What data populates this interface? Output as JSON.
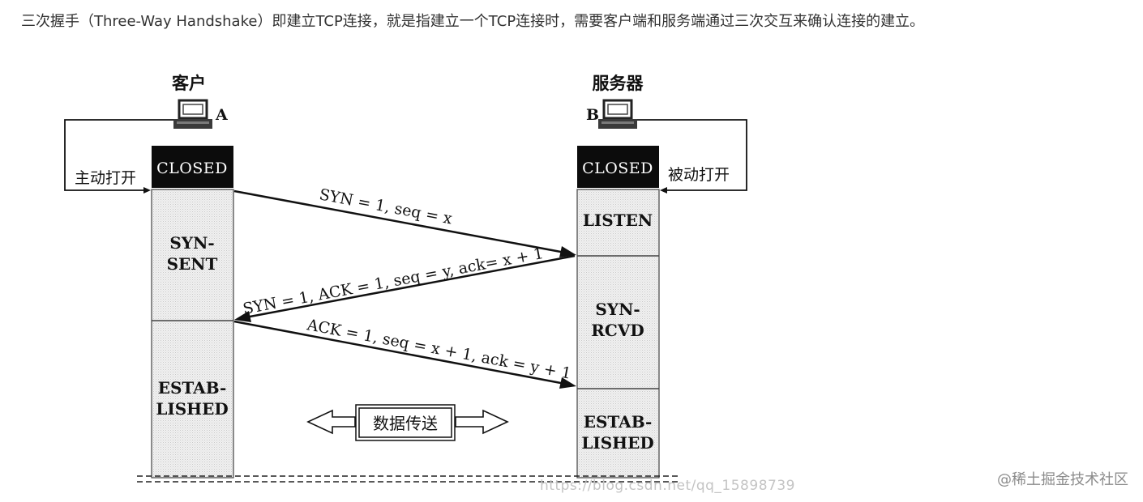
{
  "article": {
    "intro_text": "三次握手（Three-Way Handshake）即建立TCP连接，就是指建立一个TCP连接时，需要客户端和服务端通过三次交互来确认连接的建立。"
  },
  "diagram": {
    "client": {
      "title": "客户",
      "host_label": "A",
      "initial_state": "CLOSED",
      "open_label": "主动打开",
      "state1_line1": "SYN-",
      "state1_line2": "SENT",
      "state2_line1": "ESTAB-",
      "state2_line2": "LISHED"
    },
    "server": {
      "title": "服务器",
      "host_label": "B",
      "initial_state": "CLOSED",
      "open_label": "被动打开",
      "state1": "LISTEN",
      "state2_line1": "SYN-",
      "state2_line2": "RCVD",
      "state3_line1": "ESTAB-",
      "state3_line2": "LISHED"
    },
    "messages": {
      "m1": "SYN = 1, seq = x",
      "m2": "SYN = 1, ACK = 1, seq = y, ack= x + 1",
      "m3": "ACK = 1, seq = x + 1, ack = y + 1"
    },
    "data_transfer_label": "数据传送"
  },
  "watermark_text": "https://blog.csdn.net/qq_15898739",
  "brand_text": "@稀土掘金技术社区"
}
